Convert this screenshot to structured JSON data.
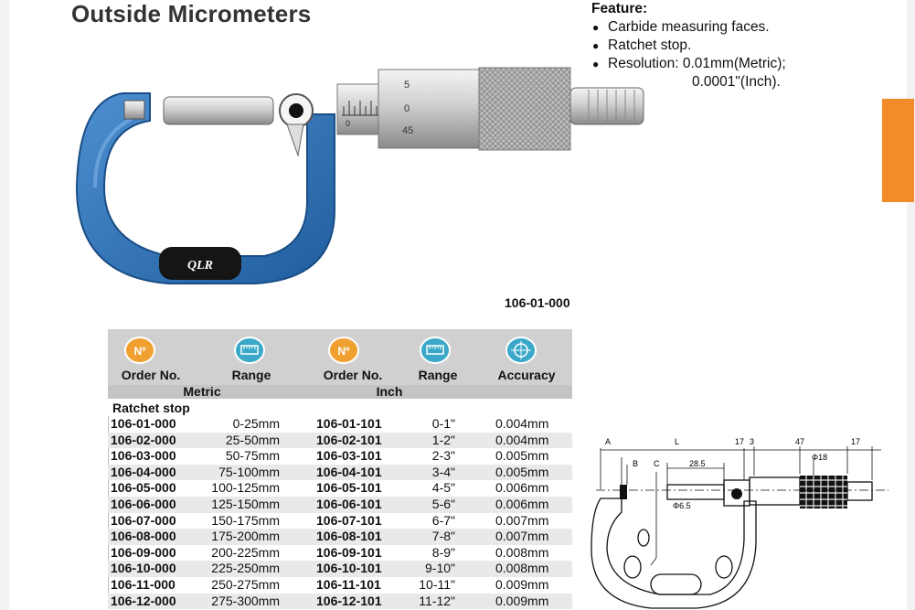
{
  "title": "Outside Micrometers",
  "feature": {
    "heading": "Feature:",
    "items": [
      "Carbide measuring faces.",
      "Ratchet stop.",
      "Resolution: 0.01mm(Metric);"
    ],
    "continuation": "0.0001\"(Inch)."
  },
  "product_code": "106-01-000",
  "brand_logo": "QLR",
  "photo_scale": {
    "numbers": [
      "5",
      "0",
      "45"
    ],
    "sleeve_mark": "0"
  },
  "table": {
    "headers": {
      "order_no_metric": "Order No.",
      "range_metric": "Range",
      "order_no_inch": "Order No.",
      "range_inch": "Range",
      "accuracy": "Accuracy"
    },
    "icons": {
      "order_no_metric": "number-badge-icon",
      "range_metric": "ruler-icon",
      "order_no_inch": "number-badge-icon",
      "range_inch": "ruler-icon",
      "accuracy": "target-icon"
    },
    "icon_label": "Nº",
    "group_metric": "Metric",
    "group_inch": "Inch",
    "section": "Ratchet stop",
    "rows": [
      [
        "106-01-000",
        "0-25mm",
        "106-01-101",
        "0-1\"",
        "0.004mm"
      ],
      [
        "106-02-000",
        "25-50mm",
        "106-02-101",
        "1-2\"",
        "0.004mm"
      ],
      [
        "106-03-000",
        "50-75mm",
        "106-03-101",
        "2-3\"",
        "0.005mm"
      ],
      [
        "106-04-000",
        "75-100mm",
        "106-04-101",
        "3-4\"",
        "0.005mm"
      ],
      [
        "106-05-000",
        "100-125mm",
        "106-05-101",
        "4-5\"",
        "0.006mm"
      ],
      [
        "106-06-000",
        "125-150mm",
        "106-06-101",
        "5-6\"",
        "0.006mm"
      ],
      [
        "106-07-000",
        "150-175mm",
        "106-07-101",
        "6-7\"",
        "0.007mm"
      ],
      [
        "106-08-000",
        "175-200mm",
        "106-08-101",
        "7-8\"",
        "0.007mm"
      ],
      [
        "106-09-000",
        "200-225mm",
        "106-09-101",
        "8-9\"",
        "0.008mm"
      ],
      [
        "106-10-000",
        "225-250mm",
        "106-10-101",
        "9-10\"",
        "0.008mm"
      ],
      [
        "106-11-000",
        "250-275mm",
        "106-11-101",
        "10-11\"",
        "0.009mm"
      ],
      [
        "106-12-000",
        "275-300mm",
        "106-12-101",
        "11-12\"",
        "0.009mm"
      ]
    ]
  },
  "diagram": {
    "labels": {
      "A": "A",
      "L": "L",
      "B": "B",
      "C": "C"
    },
    "dimensions": {
      "d17a": "17",
      "d3": "3",
      "d47": "47",
      "d17b": "17",
      "d28_5": "28.5",
      "dia18": "Φ18",
      "dia6_5": "Φ6.5"
    }
  },
  "colors": {
    "accent_orange": "#f28c28",
    "frame_blue": "#2f6fb0",
    "header_gray": "#d0d0d0",
    "icon_orange": "#f0a030",
    "icon_teal": "#3aa8c8"
  }
}
